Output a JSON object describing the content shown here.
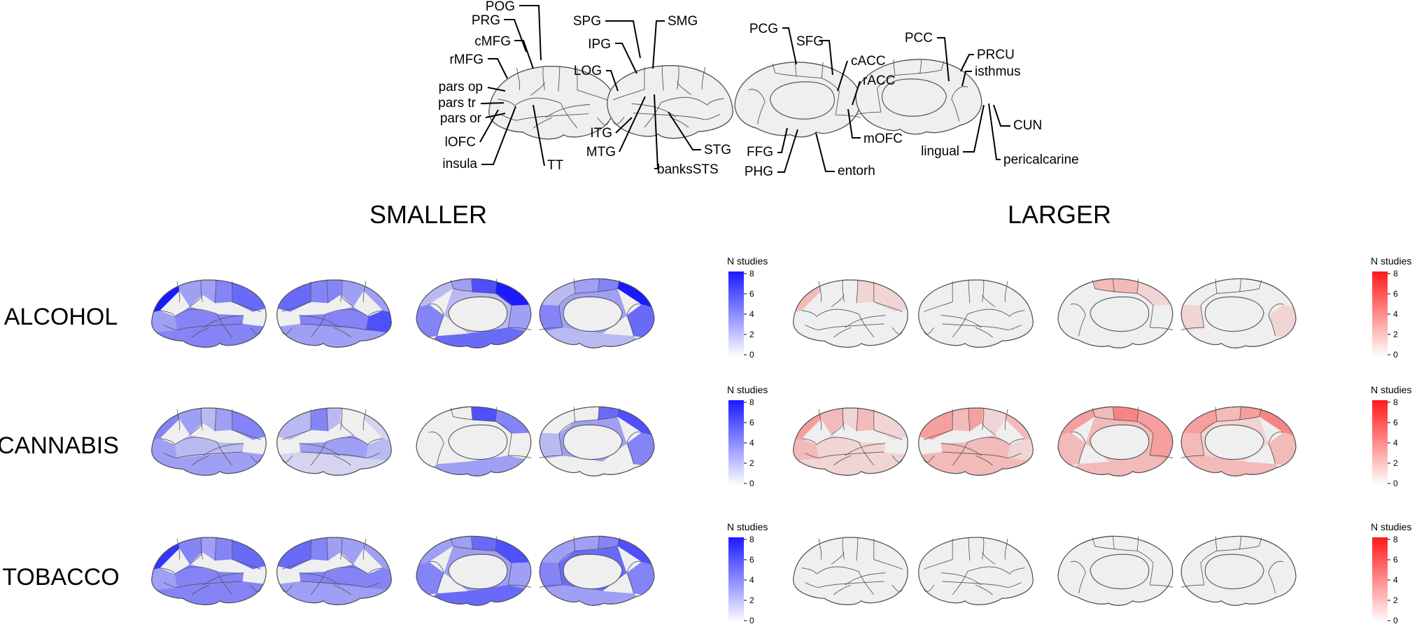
{
  "headers": {
    "smaller": "SMALLER",
    "larger": "LARGER"
  },
  "rows": [
    "ALCOHOL",
    "CANNABIS",
    "TOBACCO"
  ],
  "legend": {
    "title": "N studies",
    "ticks": [
      "8",
      "6",
      "4",
      "2",
      "0"
    ],
    "max": 8
  },
  "colors": {
    "smaller": "#1a1aff",
    "larger": "#ff1a1a",
    "empty": "#efefef",
    "outline": "#555555"
  },
  "atlas_labels": {
    "lateral_left": [
      "POG",
      "PRG",
      "cMFG",
      "rMFG",
      "pars op",
      "pars tr",
      "pars or",
      "lOFC",
      "insula",
      "TT"
    ],
    "lateral_right": [
      "SPG",
      "SMG",
      "IPG",
      "LOG",
      "ITG",
      "MTG",
      "STG",
      "banksSTS"
    ],
    "medial_left": [
      "PCG",
      "SFG",
      "cACC",
      "rACC",
      "mOFC",
      "FFG",
      "PHG",
      "entorh"
    ],
    "medial_right": [
      "PCC",
      "PRCU",
      "isthmus",
      "CUN",
      "lingual",
      "pericalcarine"
    ]
  },
  "panels": {
    "smaller": [
      {
        "view_values": [
          [
            8,
            3,
            3,
            4,
            5,
            3,
            4,
            4
          ],
          [
            3,
            3,
            4,
            4,
            5,
            6,
            4,
            3
          ],
          [
            2,
            3,
            6,
            8,
            4,
            2,
            5,
            3
          ],
          [
            8,
            4,
            3,
            2,
            5,
            3,
            2,
            4
          ]
        ]
      },
      {
        "view_values": [
          [
            4,
            3,
            2,
            3,
            4,
            3,
            2,
            3
          ],
          [
            1,
            0,
            2,
            4,
            2,
            2,
            3,
            1
          ],
          [
            0,
            0,
            6,
            4,
            0,
            0,
            3,
            0
          ],
          [
            6,
            5,
            0,
            0,
            4,
            3,
            0,
            2
          ]
        ]
      },
      {
        "view_values": [
          [
            7,
            4,
            3,
            4,
            5,
            3,
            4,
            4
          ],
          [
            3,
            3,
            3,
            4,
            5,
            4,
            4,
            3
          ],
          [
            3,
            3,
            5,
            6,
            4,
            3,
            5,
            3
          ],
          [
            6,
            4,
            3,
            3,
            4,
            5,
            3,
            4
          ]
        ]
      }
    ],
    "larger": [
      {
        "view_values": [
          [
            2,
            0,
            0,
            1,
            1,
            0,
            0,
            0
          ],
          [
            0,
            0,
            0,
            0,
            0,
            0,
            0,
            0
          ],
          [
            0,
            2,
            2,
            1,
            0,
            0,
            0,
            0
          ],
          [
            0,
            0,
            0,
            0,
            1,
            0,
            0,
            1
          ]
        ]
      },
      {
        "view_values": [
          [
            3,
            2,
            1,
            2,
            1,
            2,
            1,
            1
          ],
          [
            2,
            1,
            3,
            2,
            3,
            1,
            2,
            2
          ],
          [
            3,
            2,
            4,
            3,
            2,
            2,
            2,
            3
          ],
          [
            4,
            3,
            2,
            3,
            2,
            1,
            2,
            2
          ]
        ]
      },
      {
        "view_values": [
          [
            0,
            0,
            0,
            0,
            0,
            0,
            0,
            0
          ],
          [
            0,
            0,
            0,
            0,
            0,
            0,
            0,
            0
          ],
          [
            0,
            0,
            0,
            0,
            0,
            0,
            0,
            0
          ],
          [
            0,
            0,
            0,
            0,
            0,
            0,
            0,
            0
          ]
        ]
      }
    ]
  }
}
